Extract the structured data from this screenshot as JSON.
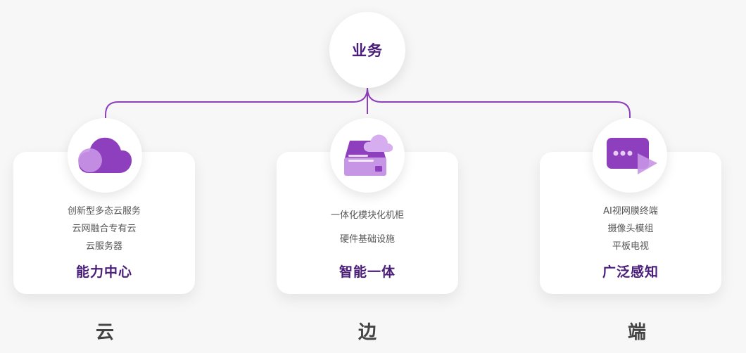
{
  "root": {
    "label": "业务"
  },
  "columns": [
    {
      "title": "能力中心",
      "items": [
        "创新型多态云服务",
        "云网融合专有云",
        "云服务器"
      ],
      "bottom_label": "云",
      "icon": "cloud-icon"
    },
    {
      "title": "智能一体",
      "items": [
        "一体化模块化机柜",
        "硬件基础设施"
      ],
      "bottom_label": "边",
      "icon": "server-cloud-icon"
    },
    {
      "title": "广泛感知",
      "items": [
        "AI视网膜终端",
        "摄像头模组",
        "平板电视"
      ],
      "bottom_label": "端",
      "icon": "video-play-icon"
    }
  ],
  "colors": {
    "accent": "#8e3fbe",
    "accent_light": "#c795e6",
    "title": "#4a1d7a"
  }
}
